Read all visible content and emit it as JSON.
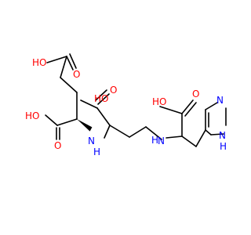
{
  "molecule": {
    "atoms": {
      "ho_top": "HO",
      "o_top": "O",
      "ho_left": "HO",
      "o_left": "O",
      "n_glu": "N",
      "h_glu": "H",
      "ho_mid": "HO",
      "o_mid": "O",
      "ho_right": "HO",
      "o_right": "O",
      "n_his": "N",
      "h_his": "H",
      "n_ring": "N",
      "n_ring_h": "N",
      "h_ring": "H"
    },
    "colors": {
      "bond": "#000000",
      "oxygen": "#ff0000",
      "nitrogen": "#0000ff"
    }
  }
}
